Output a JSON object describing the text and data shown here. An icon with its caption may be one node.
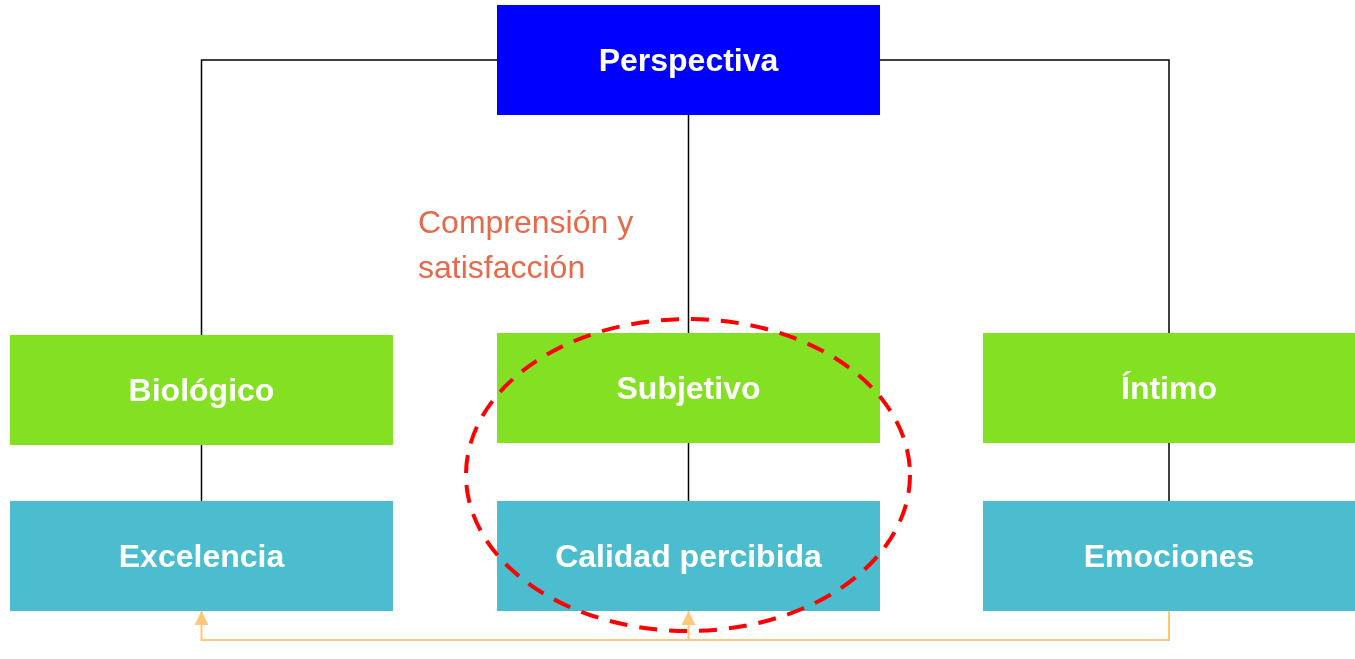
{
  "diagram": {
    "nodes": [
      {
        "text": [
          "Perspectiva"
        ]
      },
      {
        "text": [
          "Biológico"
        ]
      },
      {
        "text": [
          "Subjetivo"
        ]
      },
      {
        "text": [
          "Íntimo"
        ]
      },
      {
        "text": [
          "Excelencia"
        ]
      },
      {
        "text": [
          "Calidad percibida"
        ]
      },
      {
        "text": [
          "Emociones"
        ]
      }
    ],
    "edges": [
      {
        "from": 0,
        "to": 1,
        "arrow": "none"
      },
      {
        "from": 0,
        "to": 2,
        "arrow": "none"
      },
      {
        "from": 0,
        "to": 3,
        "arrow": "none"
      },
      {
        "from": 1,
        "to": 4,
        "arrow": "none"
      },
      {
        "from": 2,
        "to": 5,
        "arrow": "none"
      },
      {
        "from": 3,
        "to": 6,
        "arrow": "none"
      },
      {
        "from": 6,
        "to": 4,
        "arrow": "to",
        "color": "#ffc878"
      },
      {
        "from": 6,
        "to": 5,
        "arrow": "to",
        "color": "#ffc878"
      }
    ],
    "labels": [
      "Comprensión y satisfacción"
    ]
  }
}
